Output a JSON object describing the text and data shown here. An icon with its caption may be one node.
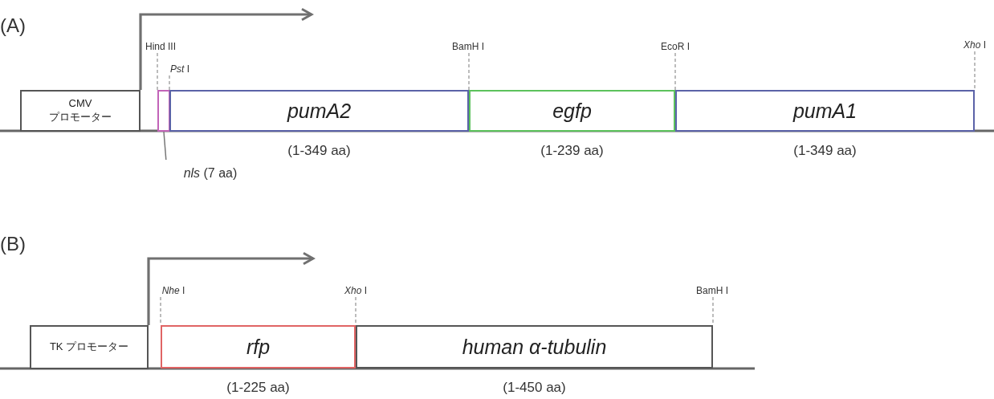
{
  "diagram": {
    "nodes": [
      {
        "text": [
          "CMV プロモーター"
        ]
      },
      {
        "text": [],
        "shape": "box"
      },
      {
        "text": [
          "pumA2"
        ],
        "beside": [
          "(1-349 aa)"
        ]
      },
      {
        "text": [
          "egfp"
        ],
        "beside": [
          "(1-239 aa)"
        ]
      },
      {
        "text": [
          "pumA1"
        ],
        "beside": [
          "(1-349 aa)"
        ]
      },
      {
        "text": [
          "*nls* (7 aa)"
        ]
      },
      {
        "text": [
          "TK プロモーター"
        ]
      },
      {
        "text": [
          "rfp"
        ],
        "beside": [
          "(1-225 aa)"
        ]
      },
      {
        "text": [
          "human α-tubulin"
        ],
        "beside": [
          "(1-450 aa)"
        ]
      },
      {
        "text": [
          "Hind III"
        ]
      },
      {
        "text": [
          "*Pst* I"
        ]
      },
      {
        "text": [
          "BamH I"
        ]
      },
      {
        "text": [
          "EcoR I"
        ]
      },
      {
        "text": [
          "*Xho* I"
        ]
      },
      {
        "text": [
          "*Nhe* I"
        ]
      },
      {
        "text": [
          "*Xho* I"
        ]
      },
      {
        "text": [
          "BamH I"
        ]
      }
    ],
    "edges": [
      {
        "from": 0,
        "to": null,
        "arrow": "to",
        "style": "thick"
      },
      {
        "from": 5,
        "to": 1,
        "arrow": "none"
      },
      {
        "from": 6,
        "to": null,
        "arrow": "to",
        "style": "thick"
      },
      {
        "from": 9,
        "to": 1,
        "arrow": "none",
        "style": "dashed"
      },
      {
        "from": 10,
        "to": 2,
        "arrow": "none",
        "style": "dashed"
      },
      {
        "from": 11,
        "to": 3,
        "arrow": "none",
        "style": "dashed"
      },
      {
        "from": 12,
        "to": 4,
        "arrow": "none",
        "style": "dashed"
      },
      {
        "from": 13,
        "to": 4,
        "arrow": "none",
        "style": "dashed"
      },
      {
        "from": 14,
        "to": 7,
        "arrow": "none",
        "style": "dashed"
      },
      {
        "from": 15,
        "to": 8,
        "arrow": "none",
        "style": "dashed"
      },
      {
        "from": 16,
        "to": 8,
        "arrow": "none",
        "style": "dashed"
      }
    ],
    "labels": [
      "(A)",
      "(B)"
    ]
  }
}
